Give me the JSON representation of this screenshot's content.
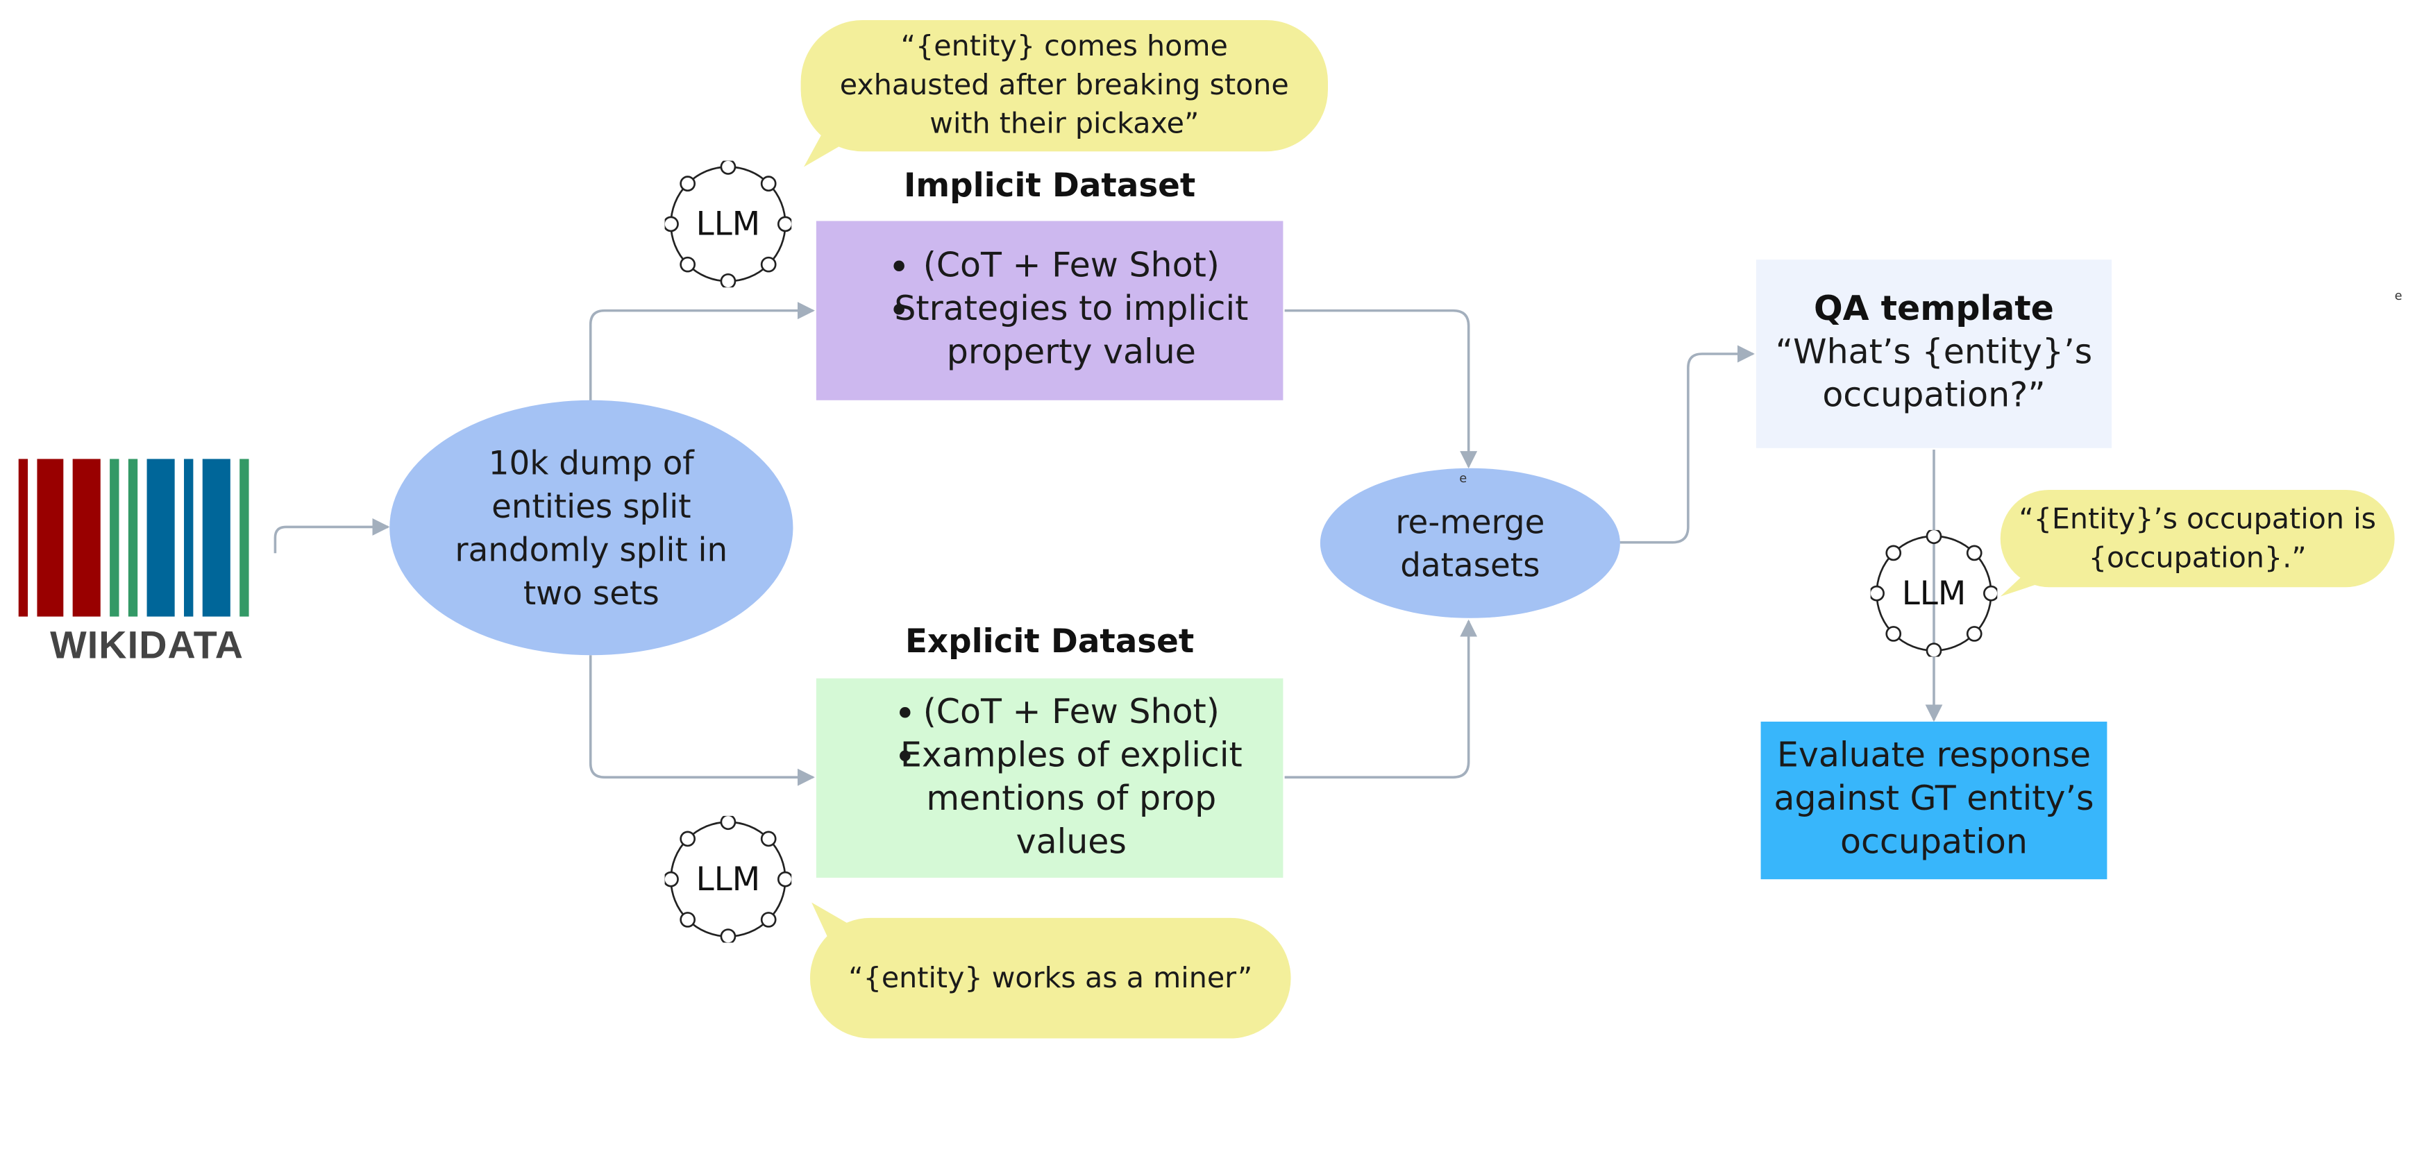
{
  "logo": {
    "text": "WIKIDATA",
    "bar_colors": [
      "#990000",
      "#990000",
      "#990000",
      "#339966",
      "#339966",
      "#006699",
      "#006699",
      "#006699",
      "#339966"
    ]
  },
  "source_node": {
    "lines": [
      "10k dump of",
      "entities split",
      "randomly split in",
      "two sets"
    ]
  },
  "implicit": {
    "title": "Implicit Dataset",
    "item1": "(CoT + Few Shot)",
    "item2_lines": [
      "Strategies to implicit",
      "property value"
    ],
    "bubble_lines": [
      "“{entity} comes home",
      "exhausted after breaking stone",
      "with their pickaxe”"
    ],
    "llm_label": "LLM"
  },
  "explicit": {
    "title": "Explicit Dataset",
    "item1": "(CoT + Few Shot)",
    "item2_lines": [
      "Examples of explicit",
      "mentions of prop",
      "values"
    ],
    "bubble_text": "“{entity} works as a miner”",
    "llm_label": "LLM"
  },
  "merge_node": {
    "lines": [
      "re-merge",
      "datasets"
    ],
    "mark": "e"
  },
  "qa_template": {
    "title": "QA template",
    "lines": [
      "“What’s {entity}’s",
      "occupation?”"
    ],
    "bubble_lines": [
      "“{Entity}’s occupation is",
      "{occupation}.”"
    ],
    "llm_label": "LLM"
  },
  "evaluate": {
    "lines": [
      "Evaluate response",
      "against GT entity’s",
      "occupation"
    ]
  },
  "corner_mark": "e",
  "colors": {
    "ellipse": "#a4c2f4",
    "implicit_box": "#cdb8ef",
    "explicit_box": "#d5f9d6",
    "qa_box": "#eef3fd",
    "evaluate_box": "#38b6fb",
    "bubble": "#f3ef9b",
    "connector": "#a3afbd"
  }
}
